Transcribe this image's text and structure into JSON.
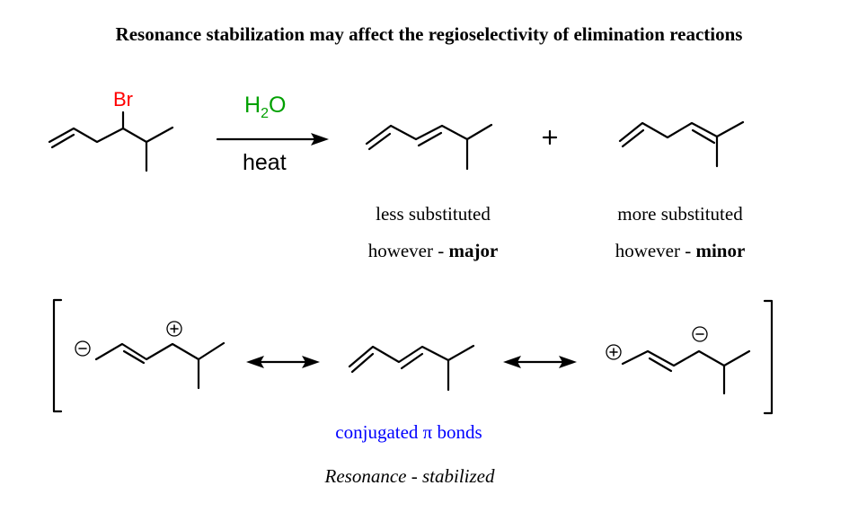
{
  "title": "Resonance stabilization may affect the regioselectivity of elimination reactions",
  "reaction": {
    "substituent": "Br",
    "reagent_main": "H",
    "reagent_sub": "2",
    "reagent_end": "O",
    "condition": "heat",
    "plus": "+"
  },
  "products": [
    {
      "line1": "less substituted",
      "line2_prefix": "however - ",
      "line2_bold": "major"
    },
    {
      "line1": "more substituted",
      "line2_prefix": "however - ",
      "line2_bold": "minor"
    }
  ],
  "resonance": {
    "caption": "conjugated π bonds",
    "subcaption": "Resonance - stabilized"
  },
  "colors": {
    "bromine": "#ff0000",
    "reagent": "#00a000",
    "caption": "#0000ff"
  }
}
